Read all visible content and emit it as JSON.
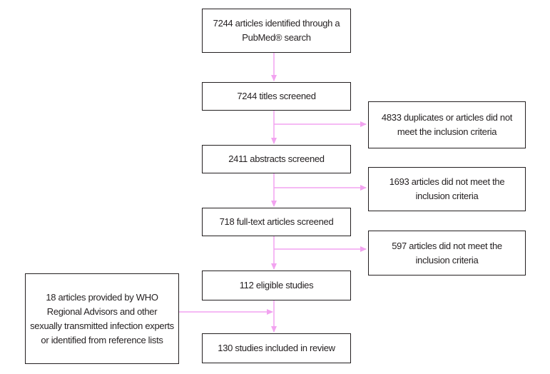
{
  "boxes": {
    "pubmed_search": "7244 articles identified through a PubMed® search",
    "titles_screened": "7244 titles screened",
    "excluded_duplicates": "4833 duplicates or articles did not meet the inclusion criteria",
    "abstracts_screened": "2411 abstracts screened",
    "excluded_abstracts": "1693 articles did not meet the inclusion criteria",
    "fulltext_screened": "718 full-text articles screened",
    "excluded_fulltext": "597 articles did not meet the inclusion criteria",
    "eligible_studies": "112 eligible studies",
    "additional_articles": "18 articles provided by WHO Regional Advisors and other sexually transmitted infection experts or identified from reference lists",
    "included_studies": "130 studies included in review"
  },
  "colors": {
    "arrow": "#f2a3f0",
    "border": "#231f20",
    "text": "#231f20"
  }
}
